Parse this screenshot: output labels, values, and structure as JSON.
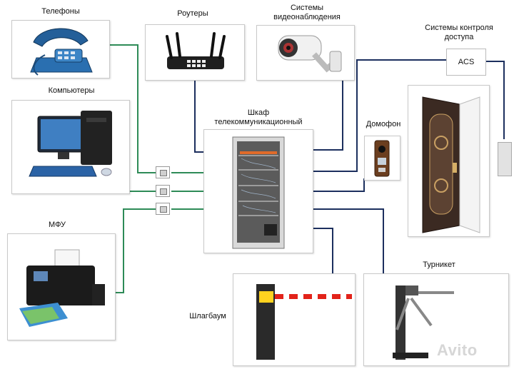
{
  "labels": {
    "phones": "Телефоны",
    "routers": "Роутеры",
    "cctv": "Системы\nвидеонаблюдения",
    "access": "Системы контроля\nдоступа",
    "computers": "Компьютеры",
    "cabinet": "Шкаф\nтелекоммуникационный",
    "intercom": "Домофон",
    "mfu": "МФУ",
    "turnstile": "Турникет",
    "barrier": "Шлагбаум",
    "acs": "ACS"
  },
  "watermark": "Avito",
  "colors": {
    "wire_green": "#2e8b57",
    "wire_navy": "#1c2f5e"
  }
}
